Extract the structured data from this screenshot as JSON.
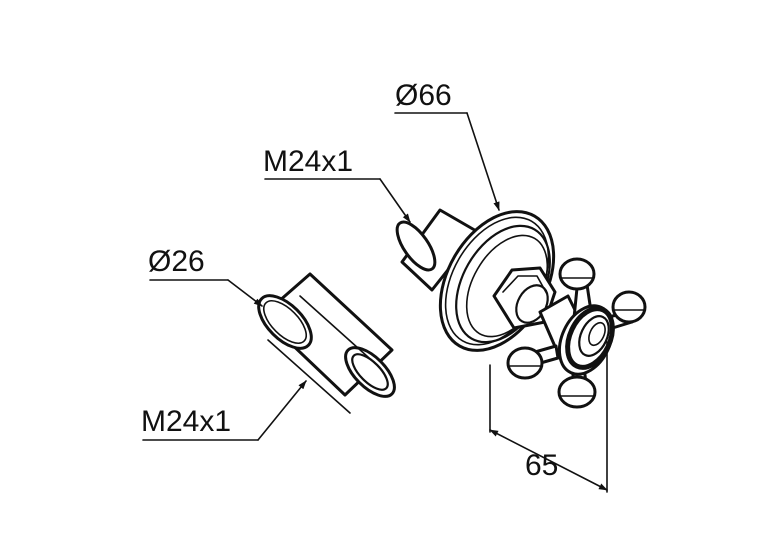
{
  "labels": {
    "dia_flange": "Ø66",
    "thread_body": "M24x1",
    "dia_extension": "Ø26",
    "thread_extension": "M24x1",
    "depth": "65"
  }
}
